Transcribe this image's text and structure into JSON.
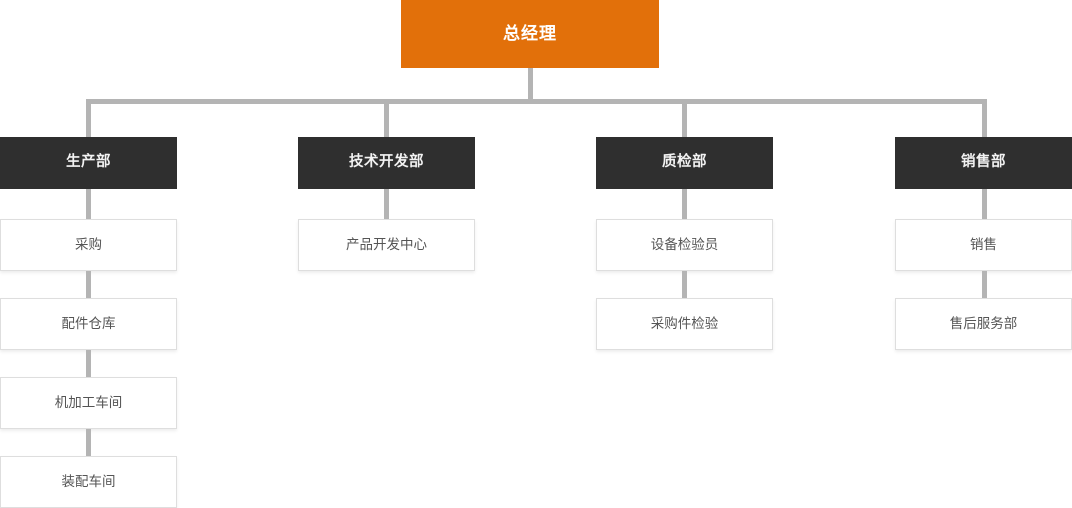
{
  "chart_data": {
    "type": "diagram",
    "diagram_type": "organization-chart",
    "title": "",
    "orientation": "top-down",
    "colors": {
      "root_box": "#e2700a",
      "root_text": "#ffffff",
      "department_box": "#2f2f2f",
      "department_text": "#f2f2f2",
      "unit_box": "#ffffff",
      "unit_border": "#dedede",
      "unit_text": "#555555",
      "connector": "#b4b4b4",
      "background": "#ffffff"
    },
    "root": {
      "label": "总经理",
      "level": 1
    },
    "branches": [
      {
        "department": "生产部",
        "level": 2,
        "children": [
          "采购",
          "配件仓库",
          "机加工车间",
          "装配车间"
        ]
      },
      {
        "department": "技术开发部",
        "level": 2,
        "children": [
          "产品开发中心"
        ]
      },
      {
        "department": "质检部",
        "level": 2,
        "children": [
          "设备检验员",
          "采购件检验"
        ]
      },
      {
        "department": "销售部",
        "level": 2,
        "children": [
          "销售",
          "售后服务部"
        ]
      }
    ]
  },
  "nodes": {
    "root": "总经理",
    "col1": {
      "dept": "生产部",
      "c1": "采购",
      "c2": "配件仓库",
      "c3": "机加工车间",
      "c4": "装配车间"
    },
    "col2": {
      "dept": "技术开发部",
      "c1": "产品开发中心"
    },
    "col3": {
      "dept": "质检部",
      "c1": "设备检验员",
      "c2": "采购件检验"
    },
    "col4": {
      "dept": "销售部",
      "c1": "销售",
      "c2": "售后服务部"
    }
  }
}
